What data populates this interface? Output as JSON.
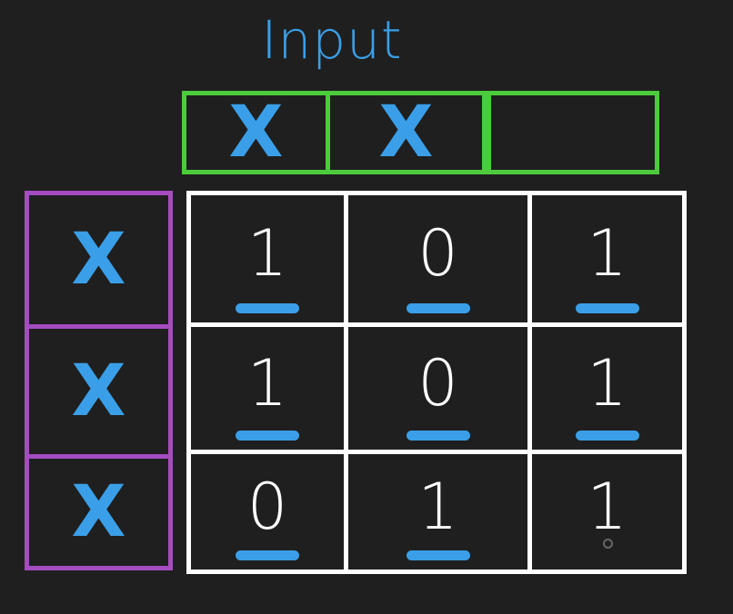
{
  "title": "Input",
  "colors": {
    "input_border": "#4ccc3c",
    "left_border": "#a54cc0",
    "grid_border": "#ffffff",
    "mark": "#3a9fe8"
  },
  "input_row": [
    "X",
    "X",
    ""
  ],
  "left_column": [
    "X",
    "X",
    "X"
  ],
  "grid": [
    [
      {
        "value": "1",
        "highlighted": true
      },
      {
        "value": "0",
        "highlighted": true
      },
      {
        "value": "1",
        "highlighted": true
      }
    ],
    [
      {
        "value": "1",
        "highlighted": true
      },
      {
        "value": "0",
        "highlighted": true
      },
      {
        "value": "1",
        "highlighted": true
      }
    ],
    [
      {
        "value": "0",
        "highlighted": true
      },
      {
        "value": "1",
        "highlighted": true
      },
      {
        "value": "1",
        "highlighted": false
      }
    ]
  ]
}
